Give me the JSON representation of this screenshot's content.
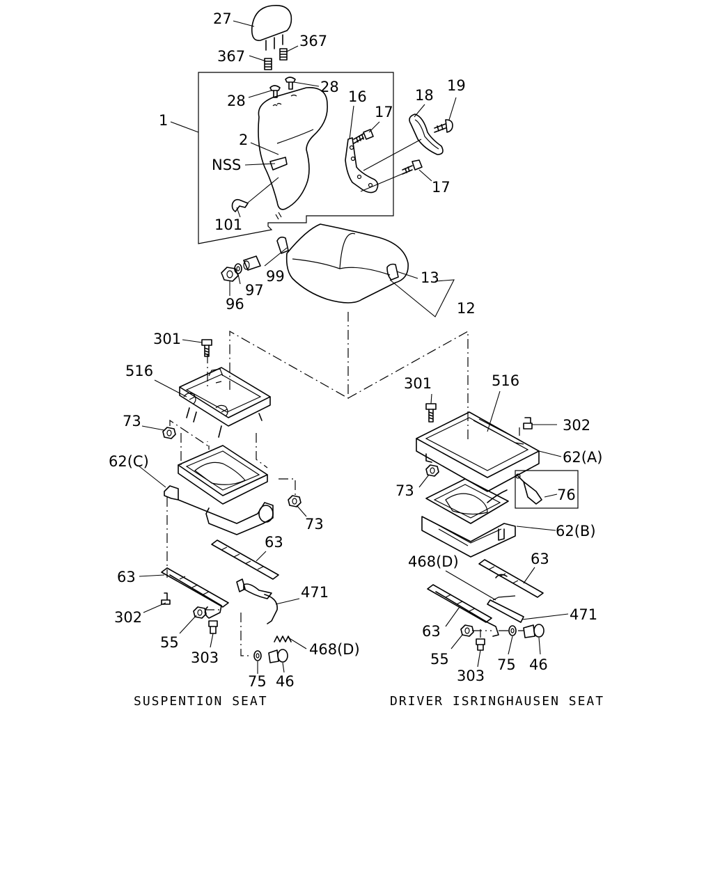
{
  "diagram": {
    "colors": {
      "line": "#000000",
      "background": "#ffffff"
    },
    "captions": {
      "left": "SUSPENTION SEAT",
      "right": "DRIVER ISRINGHAUSEN SEAT"
    },
    "labels": {
      "l27": "27",
      "l367a": "367",
      "l367b": "367",
      "l28a": "28",
      "l28b": "28",
      "l1": "1",
      "l2": "2",
      "lNSS": "NSS",
      "l101": "101",
      "l16": "16",
      "l17a": "17",
      "l18": "18",
      "l19": "19",
      "l17b": "17",
      "l99": "99",
      "l97": "97",
      "l96": "96",
      "l13": "13",
      "l12": "12",
      "l301a": "301",
      "l516a": "516",
      "l73a": "73",
      "l62C": "62(C)",
      "l73b": "73",
      "l63a": "63",
      "l63b": "63",
      "l471a": "471",
      "l302a": "302",
      "l55a": "55",
      "l303a": "303",
      "l468a": "468(D)",
      "l75a": "75",
      "l46a": "46",
      "l301b": "301",
      "l516b": "516",
      "l302b": "302",
      "l62A": "62(A)",
      "l73c": "73",
      "l76": "76",
      "l62B": "62(B)",
      "l468b": "468(D)",
      "l63c": "63",
      "l471b": "471",
      "l63d": "63",
      "l55b": "55",
      "l75b": "75",
      "l46b": "46",
      "l303b": "303"
    }
  }
}
